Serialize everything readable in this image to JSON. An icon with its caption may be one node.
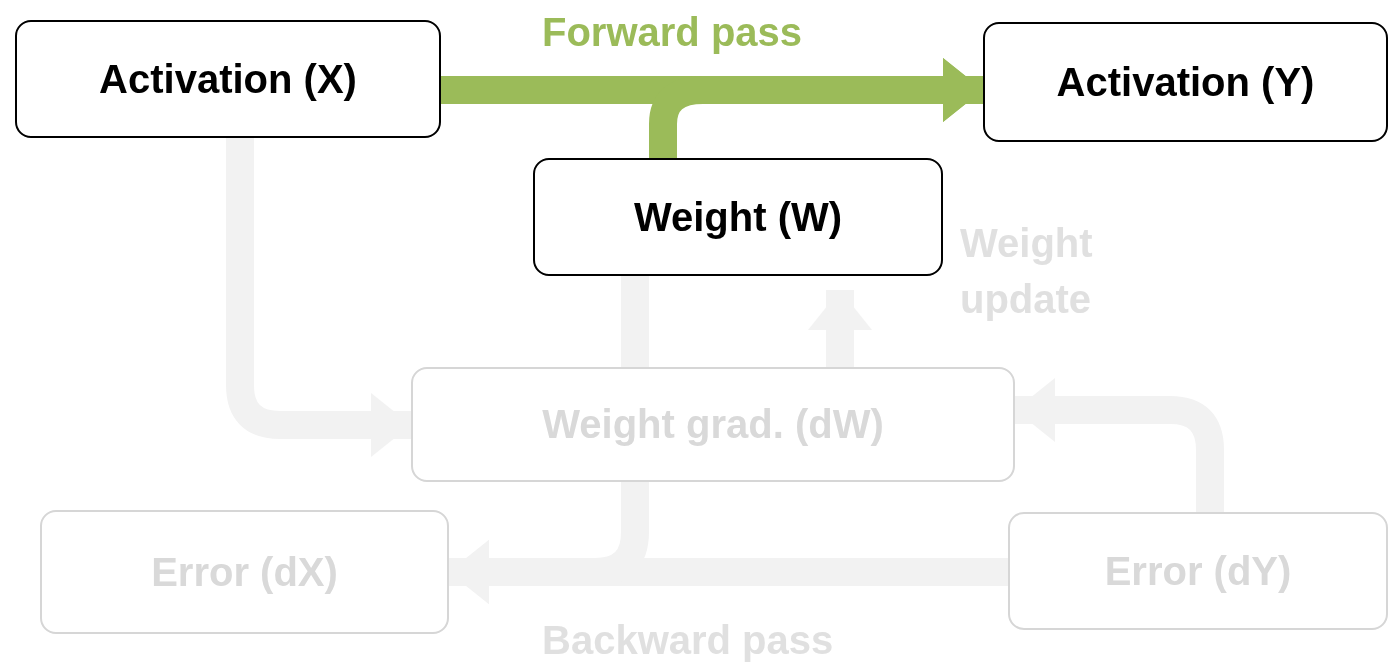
{
  "diagram": {
    "nodes": [
      {
        "text": [
          "Activation (X)"
        ]
      },
      {
        "text": [
          "Activation (Y)"
        ]
      },
      {
        "text": [
          "Weight (W)"
        ]
      },
      {
        "text": [
          "Weight grad. (dW)"
        ]
      },
      {
        "text": [
          "Error (dX)"
        ]
      },
      {
        "text": [
          "Error (dY)"
        ]
      }
    ],
    "edges": [
      {
        "from": 0,
        "to": 1,
        "arrow": "to",
        "color": "#9bbb59"
      },
      {
        "from": 2,
        "to": 1,
        "arrow": "to",
        "color": "#9bbb59"
      },
      {
        "from": 0,
        "to": 3,
        "arrow": "to",
        "color": "#f2f2f2"
      },
      {
        "from": 3,
        "to": 2,
        "arrow": "to",
        "color": "#f2f2f2"
      },
      {
        "from": 5,
        "to": 3,
        "arrow": "to",
        "color": "#f2f2f2"
      },
      {
        "from": 5,
        "to": 4,
        "arrow": "to",
        "color": "#f2f2f2"
      },
      {
        "from": 2,
        "to": 3,
        "arrow": "none",
        "color": "#f2f2f2"
      },
      {
        "from": 3,
        "to": 4,
        "arrow": "to",
        "color": "#f2f2f2"
      }
    ],
    "labels": [
      "Forward pass",
      "Weight update",
      "Backward pass"
    ]
  }
}
